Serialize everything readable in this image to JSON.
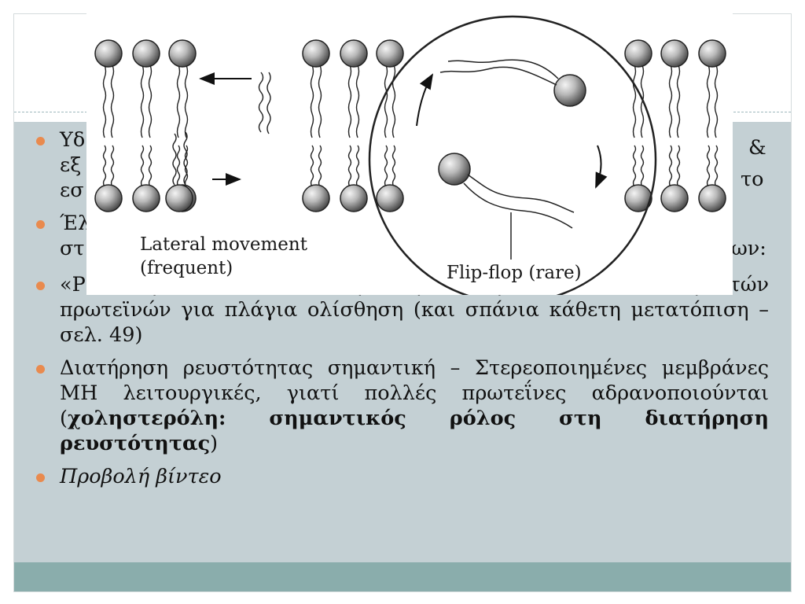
{
  "slide": {
    "bullets": [
      {
        "visible_start": "Υδ"
      },
      {
        "visible_start": "Έλ"
      },
      {
        "text": "«Ρευστό μωσαϊκό»: δυνατότητα περισσότερων λιπιδίων και αρκετών πρωτεϊνών για πλάγια ολίσθηση (και σπάνια κάθετη μετατόπιση – σελ. 49)"
      },
      {
        "text_before": "Διατήρηση ρευστότητας σημαντική – Στερεοποιημένες μεμβράνες ΜΗ λειτουργικές, γιατί πολλές πρωτεΐνες αδρανοποιούνται (",
        "bold": "χοληστερόλη: σημαντικός ρόλος στη διατήρηση ρευστότητας",
        "text_after": ")"
      },
      {
        "italic": "Προβολή βίντεο"
      }
    ],
    "partial_text": {
      "line1_left": "Υδ",
      "line1_right": "&",
      "line2_left": "εξ",
      "line2_right": "το",
      "line3_left": "εσ",
      "line4_left": "Έλ",
      "line4_right": "ων:",
      "line5_left": "στ"
    }
  },
  "figure": {
    "lateral_label_line1": "Lateral movement",
    "lateral_label_line2": "(frequent)",
    "flipflop_label": "Flip-flop (rare)"
  },
  "colors": {
    "content_bg": "#c4d0d4",
    "footer_band": "#8aadac",
    "bullet": "#e98a4e"
  }
}
